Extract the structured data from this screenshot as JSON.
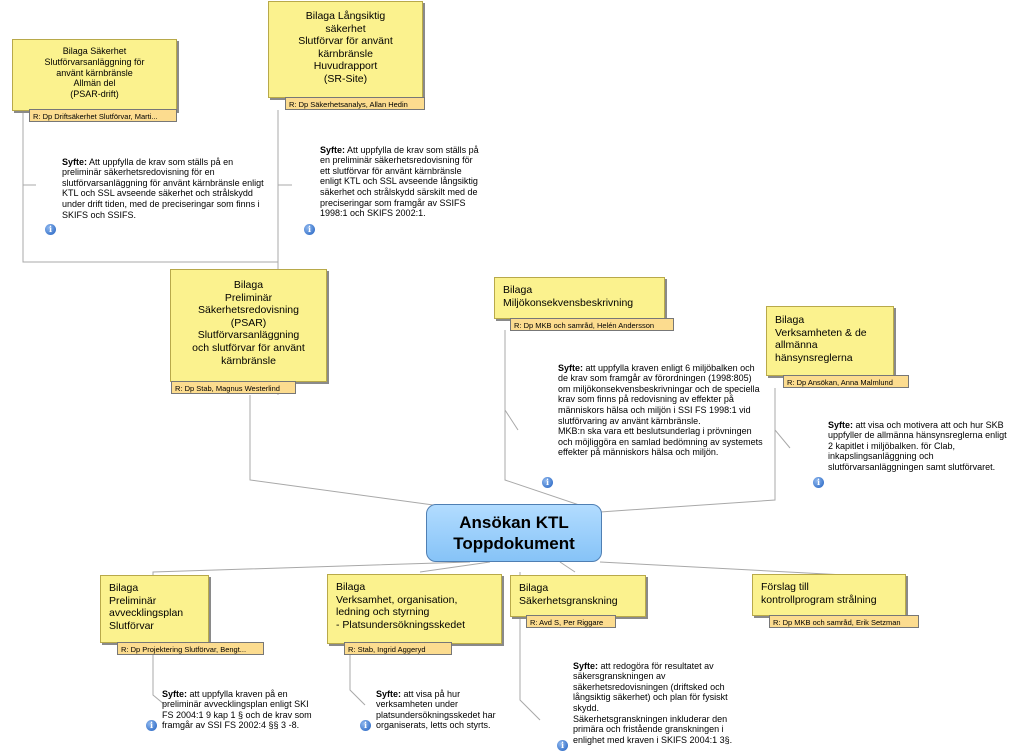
{
  "root": {
    "title": "Ansökan KTL\nToppdokument"
  },
  "info_glyph": "i",
  "nodes": [
    {
      "id": "psar-drift",
      "title": "Bilaga Säkerhet\nSlutförvarsanläggning för\nanvänt kärnbränsle\nAllmän del\n(PSAR-drift)",
      "responsible": "R: Dp Driftsäkerhet Slutförvar, Marti...",
      "purpose_label": "Syfte:",
      "purpose": "Att uppfylla de krav som ställs på en preliminär säkerhetsredovisning för en slutförvarsanläggning för använt kärnbränsle enligt KTL och SSL avseende säkerhet och strålskydd under drift tiden, med de preciseringar som finns i SKIFS och SSIFS."
    },
    {
      "id": "sr-site",
      "title": "Bilaga Långsiktig\nsäkerhet\nSlutförvar för använt\nkärnbränsle\nHuvudrapport\n(SR-Site)",
      "responsible": "R: Dp Säkerhetsanalys, Allan Hedin",
      "purpose_label": "Syfte:",
      "purpose": "Att uppfylla de krav som ställs på en preliminär säkerhetsredovisning för ett slutförvar för använt kärnbränsle enligt KTL och SSL avseende långsiktig säkerhet och strålskydd särskilt med de preciseringar som framgår av SSIFS 1998:1 och SKIFS 2002:1."
    },
    {
      "id": "psar",
      "title": "Bilaga\nPreliminär\nSäkerhetsredovisning\n(PSAR)\nSlutförvarsanläggning\noch slutförvar för använt\nkärnbränsle",
      "responsible": "R: Dp Stab, Magnus Westerlind"
    },
    {
      "id": "mkb",
      "title": "Bilaga\nMiljökonsekvensbeskrivning",
      "responsible": "R: Dp MKB och samråd, Helén Andersson",
      "purpose_label": "Syfte:",
      "purpose": "att uppfylla kraven enligt 6 miljöbalken och de krav som framgår av förordningen (1998:805) om miljökonsekvensbeskrivningar och de speciella krav som finns på redovisning av effekter på människors hälsa och miljön i SSI FS 1998:1 vid slutförvaring av använt kärnbränsle.\nMKB:n ska vara ett beslutsunderlag i prövningen och möjliggöra en samlad bedömning av systemets effekter på människors hälsa och miljön."
    },
    {
      "id": "verksamheten",
      "title": "Bilaga\nVerksamheten & de\nallmänna\nhänsynsreglerna",
      "responsible": "R: Dp Ansökan, Anna Malmlund",
      "purpose_label": "Syfte:",
      "purpose": "att visa och motivera att och hur SKB  uppfyller de allmänna hänsynsreglerna enligt 2 kapitlet i miljöbalken.  för Clab, inkapslingsanläggning och slutförvarsanläggningen samt slutförvaret."
    },
    {
      "id": "avveckling",
      "title": "Bilaga\nPreliminär\navvecklingsplan\nSlutförvar",
      "responsible": "R: Dp Projektering Slutförvar, Bengt...",
      "purpose_label": "Syfte:",
      "purpose": "att uppfylla kraven på en preliminär avvecklingsplan enligt SKI FS 2004:1 9 kap 1 § och de krav som framgår av SSI FS 2002:4 §§ 3 -8."
    },
    {
      "id": "organisation",
      "title": "Bilaga\nVerksamhet, organisation,\nledning och styrning\n- Platsundersökningsskedet",
      "responsible": "R: Stab, Ingrid Aggeryd",
      "purpose_label": "Syfte:",
      "purpose": "att visa på hur verksamheten under platsundersökningsskedet har organiserats, letts och styrts."
    },
    {
      "id": "granskning",
      "title": "Bilaga\nSäkerhetsgranskning",
      "responsible": "R: Avd S, Per Riggare",
      "purpose_label": "Syfte:",
      "purpose": "att redogöra för resultatet av säkersgranskningen av säkerhetsredovisningen (driftsked och långsiktig säkerhet) och plan för fysiskt skydd.\nSäkerhetsgranskningen inkluderar den primära och fristående granskningen i enlighet med kraven i SKIFS 2004:1 3§."
    },
    {
      "id": "kontrollprogram",
      "title": "Förslag till\nkontrollprogram strålning",
      "responsible": "R: Dp MKB och samråd, Erik Setzman"
    }
  ]
}
